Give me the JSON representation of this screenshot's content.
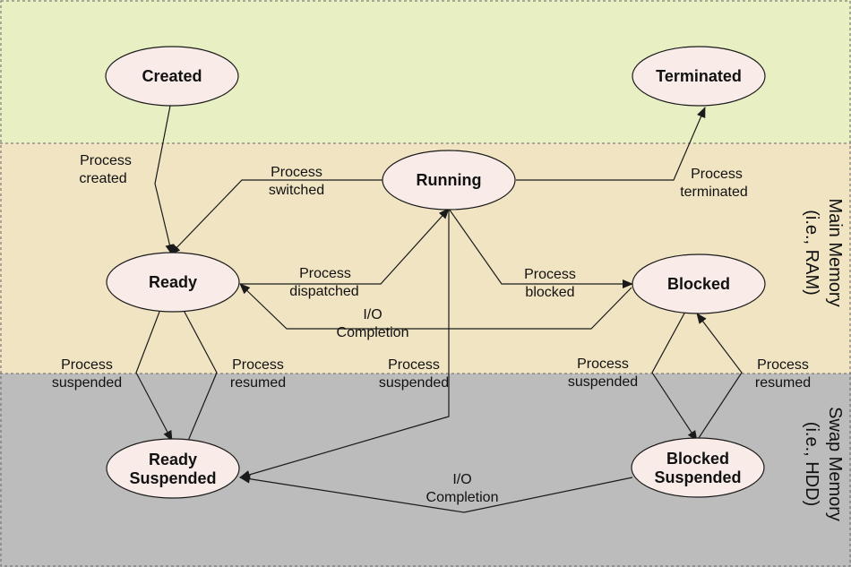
{
  "diagram": {
    "colors": {
      "top_band": "#e8efc3",
      "main_band": "#f1e4c2",
      "swap_band": "#bcbcbc",
      "node_fill": "#f9ece8",
      "stroke": "#1a1a1a"
    },
    "states": {
      "created": [
        "Created"
      ],
      "terminated": [
        "Terminated"
      ],
      "running": [
        "Running"
      ],
      "ready": [
        "Ready"
      ],
      "blocked": [
        "Blocked"
      ],
      "ready_suspended": [
        "Ready",
        "Suspended"
      ],
      "blocked_suspended": [
        "Blocked",
        "Suspended"
      ]
    },
    "transitions": {
      "process_created": [
        "Process",
        "created"
      ],
      "process_switched": [
        "Process",
        "switched"
      ],
      "process_terminated": [
        "Process",
        "terminated"
      ],
      "process_dispatched": [
        "Process",
        "dispatched"
      ],
      "process_blocked": [
        "Process",
        "blocked"
      ],
      "io_completion_main": [
        "I/O",
        "Completion"
      ],
      "ready_suspend": [
        "Process",
        "suspended"
      ],
      "ready_resume": [
        "Process",
        "resumed"
      ],
      "running_suspend": [
        "Process",
        "suspended"
      ],
      "blocked_suspend": [
        "Process",
        "suspended"
      ],
      "blocked_resume": [
        "Process",
        "resumed"
      ],
      "io_completion_swap": [
        "I/O",
        "Completion"
      ]
    },
    "regions": {
      "main_memory": [
        "Main Memory",
        "(i.e., RAM)"
      ],
      "swap_memory": [
        "Swap Memory",
        "(i.e., HDD)"
      ]
    }
  }
}
